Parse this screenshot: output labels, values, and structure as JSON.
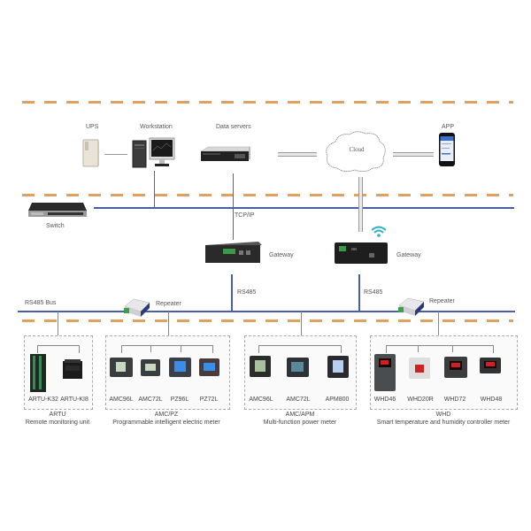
{
  "top_layer": {
    "ups": {
      "label": "UPS",
      "icon": "ups-icon"
    },
    "workstation": {
      "label": "Workstation",
      "icon": "workstation-icon"
    },
    "data_servers": {
      "label": "Data servers",
      "icon": "server-icon"
    },
    "cloud": {
      "label": "Cloud",
      "icon": "cloud-icon"
    },
    "app": {
      "label": "APP",
      "icon": "smartphone-icon"
    }
  },
  "network_layer": {
    "switch": {
      "label": "Switch",
      "icon": "switch-icon"
    },
    "tcpip_label": "TCP/IP",
    "gateway_left": {
      "label": "Gateway",
      "icon": "gateway-icon"
    },
    "gateway_right": {
      "label": "Gateway",
      "icon": "wireless-gateway-icon"
    },
    "rs485_left": "RS485",
    "rs485_right": "RS485"
  },
  "bus_layer": {
    "bus_label": "RS485 Bus",
    "repeater_left": {
      "label": "Repeater",
      "icon": "repeater-icon"
    },
    "repeater_right": {
      "label": "Repeater",
      "icon": "repeater-icon"
    }
  },
  "colors": {
    "bus": "#4a5ea8",
    "layer_divider": "#e0a060",
    "meter_blue_screen": "#3a8ee8",
    "meter_red_display": "#d02020"
  },
  "groups": [
    {
      "title": "ARTU",
      "subtitle": "Remote monitoring unit",
      "devices": [
        "ARTU-K32",
        "ARTU-KI8"
      ]
    },
    {
      "title": "AMC/PZ",
      "subtitle": "Programmable intelligent electric meter",
      "devices": [
        "AMC96L",
        "AMC72L",
        "PZ96L",
        "PZ72L"
      ]
    },
    {
      "title": "AMC/APM",
      "subtitle": "Multi-function power meter",
      "devices": [
        "AMC96L",
        "AMC72L",
        "APM800"
      ]
    },
    {
      "title": "WHD",
      "subtitle": "Smart temperature and humidity controller meter",
      "devices": [
        "WHD46",
        "WHD20R",
        "WHD72",
        "WHD48"
      ]
    }
  ]
}
